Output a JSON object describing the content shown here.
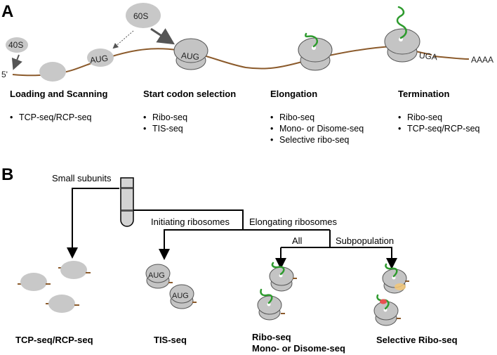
{
  "panels": {
    "a": {
      "label": "A",
      "subunit_labels": {
        "small": "40S",
        "large": "60S"
      },
      "mrna_labels": {
        "five_prime": "5'",
        "start_codon": "AUG",
        "stop_codon": "UGA",
        "polya": "AAAA"
      },
      "stages": [
        {
          "title": "Loading and Scanning",
          "methods": [
            "TCP-seq/RCP-seq"
          ]
        },
        {
          "title": "Start codon selection",
          "methods": [
            "Ribo-seq",
            "TIS-seq"
          ]
        },
        {
          "title": "Elongation",
          "methods": [
            "Ribo-seq",
            "Mono- or Disome-seq",
            "Selective ribo-seq"
          ]
        },
        {
          "title": "Termination",
          "methods": [
            "Ribo-seq",
            "TCP-seq/RCP-seq"
          ]
        }
      ]
    },
    "b": {
      "label": "B",
      "branches": {
        "small_subunits": "Small subunits",
        "initiating": "Initiating ribosomes",
        "elongating": "Elongating ribosomes",
        "all": "All",
        "subpopulation": "Subpopulation"
      },
      "codon_label": "AUG",
      "methods": [
        {
          "line1": "TCP-seq/RCP-seq",
          "line2": ""
        },
        {
          "line1": "TIS-seq",
          "line2": ""
        },
        {
          "line1": "Ribo-seq",
          "line2": "Mono- or Disome-seq"
        },
        {
          "line1": "Selective Ribo-seq",
          "line2": ""
        }
      ]
    }
  },
  "colors": {
    "mrna": "#8b5a2b",
    "peptide": "#2e9b2e",
    "subunit": "#c8c8c8",
    "factor_red": "#e85050",
    "factor_orange": "#f5c878"
  }
}
